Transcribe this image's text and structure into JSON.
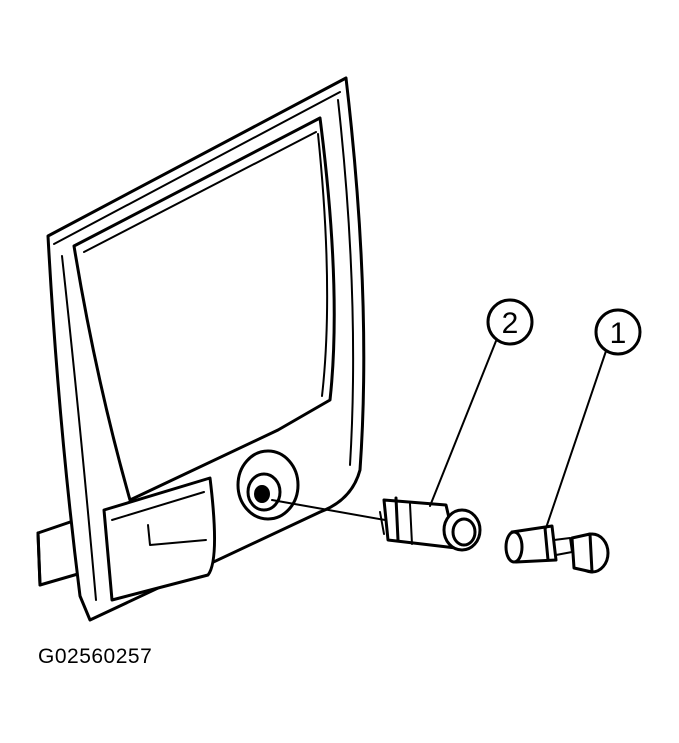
{
  "figure": {
    "code": "G02560257",
    "callouts": [
      {
        "number": "1"
      },
      {
        "number": "2"
      }
    ]
  },
  "colors": {
    "ink": "#000000",
    "background": "#ffffff"
  }
}
